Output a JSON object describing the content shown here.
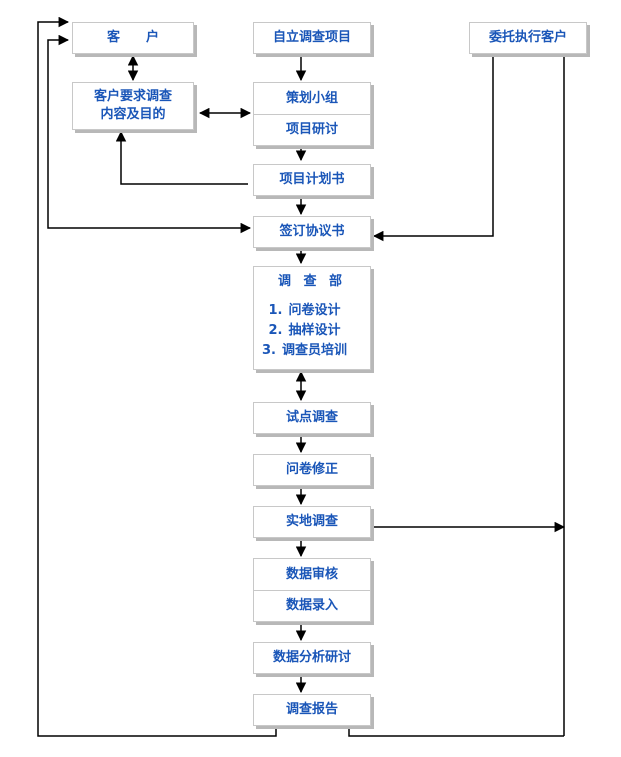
{
  "diagram": {
    "nodes": {
      "client": "客　　户",
      "client_req_line1": "客户要求调查",
      "client_req_line2": "内容及目的",
      "self_project": "自立调查项目",
      "planning_group": "策划小组",
      "project_discussion": "项目研讨",
      "commission_client": "委托执行客户",
      "project_plan": "项目计划书",
      "agreement": "签订协议书",
      "survey_dept": {
        "title": "调 查 部",
        "items": [
          {
            "num": "1.",
            "label": "问卷设计"
          },
          {
            "num": "2.",
            "label": "抽样设计"
          },
          {
            "num": "3.",
            "label": "调查员培训"
          }
        ]
      },
      "pilot_survey": "试点调查",
      "questionnaire_revision": "问卷修正",
      "field_survey": "实地调查",
      "data_review": "数据审核",
      "data_entry": "数据录入",
      "data_analysis": "数据分析研讨",
      "survey_report": "调查报告"
    },
    "colors": {
      "text": "#1a56b8",
      "border": "#c8c8c8",
      "shadow": "#b8b8b8",
      "line": "#000000"
    }
  }
}
